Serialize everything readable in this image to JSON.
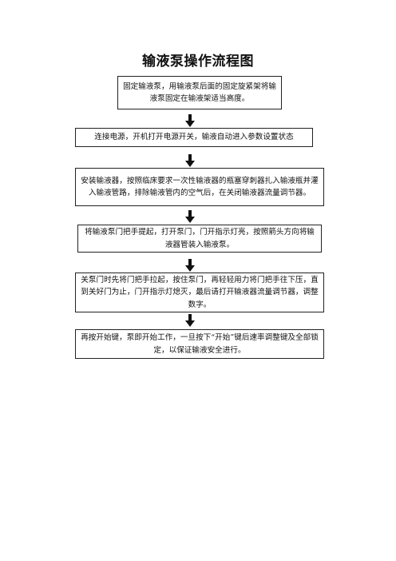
{
  "title": "输液泵操作流程图",
  "steps": [
    {
      "text": "固定输液泵，用输液泵后面的固定旋紧架将输液泵固定在输液架适当高度。"
    },
    {
      "text": "连接电源，开机打开电源开关，输液自动进入参数设置状态"
    },
    {
      "text": "安装输液器，按照临床要求一次性输液器的瓶塞穿刺器扎入输液瓶并灌入输液管路，排除输液管内的空气后，在关闭输液器流量调节器。"
    },
    {
      "text": "将输液泵门把手提起，打开泵门，门开指示灯亮，按照箭头方向将输液器管装入输液泵。"
    },
    {
      "text": "关泵门时先将门把手拉起，按住泵门，再轻轻用力将门把手往下压，直到关好门为止，门开指示灯熄灭，最后请打开输液器流量调节器，调整数字。"
    },
    {
      "text": "再按开始键，泵即开始工作，一旦按下“开始”键后速率调整键及全部锁定，以保证输液安全进行。"
    }
  ],
  "arrow_icon": "down-arrow-icon"
}
